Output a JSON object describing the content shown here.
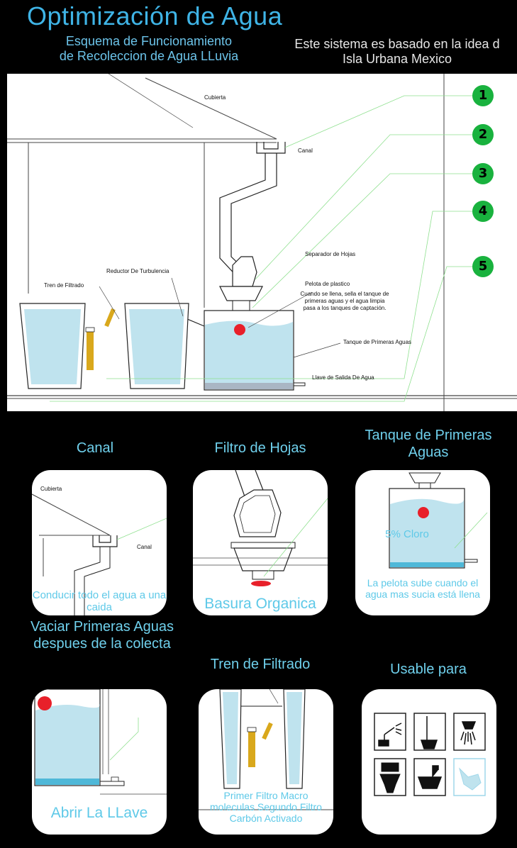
{
  "header": {
    "title": "Optimización de Agua",
    "subtitle_line1": "Esquema de Funcionamiento",
    "subtitle_line2": "de Recoleccion de Agua LLuvia",
    "note_line1": "Este sistema es basado en la idea d",
    "note_line2": "Isla Urbana Mexico"
  },
  "diagram": {
    "labels": {
      "cubierta": "Cubierta",
      "canal": "Canal",
      "separador": "Separador de Hojas",
      "reductor": "Reductor De Turbulencia",
      "tren": "Tren de Filtrado",
      "pelota": "Pelota de plastico",
      "pelota_desc": "Cuando se llena, sella el tanque de primeras aguas y el agua limpia pasa a los tanques de captación.",
      "tanque": "Tanque de Primeras Aguas",
      "llave": "Llave de Salida De Agua"
    },
    "badges": [
      "1",
      "2",
      "3",
      "4",
      "5"
    ]
  },
  "cards": [
    {
      "title": "Canal",
      "caption": "Conducir todo el agua a una caida",
      "mini1": "Cubierta",
      "mini2": "Canal"
    },
    {
      "title": "Filtro de Hojas",
      "caption": "Basura Organica"
    },
    {
      "title": "Tanque de Primeras Aguas",
      "caption": "La pelota sube cuando el agua mas sucia está llena",
      "overlay": "5% Cloro"
    },
    {
      "title": "Vaciar Primeras Aguas despues de la colecta",
      "caption": "Abrir La LLave"
    },
    {
      "title": "Tren de Filtrado",
      "caption": "Primer Filtro Macro moleculas Segundo Filtro Carbón Activado"
    },
    {
      "title": "Usable para"
    }
  ],
  "colors": {
    "accent": "#3fb4e6",
    "water": "#bfe3ee",
    "badge": "#19b23e",
    "ball": "#e8202a",
    "filter": "#d9a81c"
  }
}
